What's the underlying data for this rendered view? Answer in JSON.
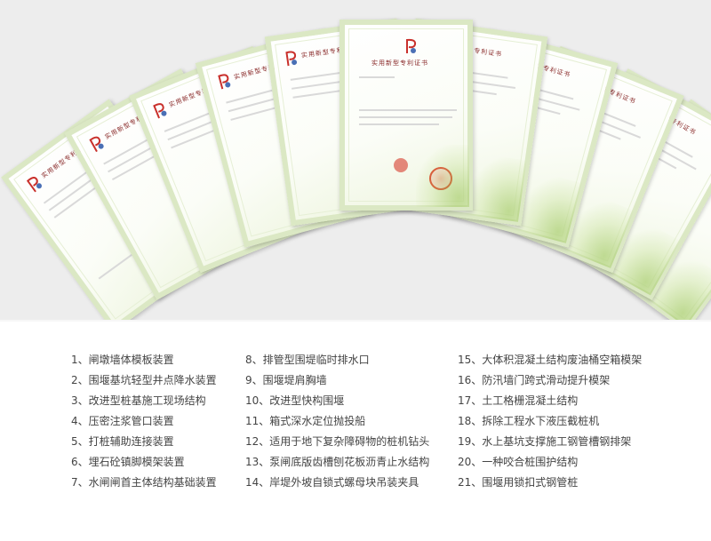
{
  "certificate_title": "实用新型专利证书",
  "certificate_count": 11,
  "colors": {
    "seal": "#e0452f",
    "border": "#dbe8c4",
    "background": "#ededed",
    "text": "#444444"
  },
  "patents": [
    {
      "num": "1、",
      "name": "闸墩墙体模板装置"
    },
    {
      "num": "2、",
      "name": "围堰基坑轻型井点降水装置"
    },
    {
      "num": "3、",
      "name": "改进型桩基施工现场结构"
    },
    {
      "num": "4、",
      "name": "压密注浆管口装置"
    },
    {
      "num": "5、",
      "name": "打桩辅助连接装置"
    },
    {
      "num": "6、",
      "name": "埋石砼镇脚模架装置"
    },
    {
      "num": "7、",
      "name": "水闸闸首主体结构基础装置"
    },
    {
      "num": "8、",
      "name": "排管型围堤临时排水口"
    },
    {
      "num": "9、",
      "name": "围堰堤肩胸墙"
    },
    {
      "num": "10、",
      "name": "改进型快构围堰"
    },
    {
      "num": "11、",
      "name": "箱式深水定位抛投船"
    },
    {
      "num": "12、",
      "name": "适用于地下复杂障碍物的桩机钻头"
    },
    {
      "num": "13、",
      "name": "泵闸底版齿槽刨花板沥青止水结构"
    },
    {
      "num": "14、",
      "name": "岸堤外坡自锁式螺母块吊装夹具"
    },
    {
      "num": "15、",
      "name": "大体积混凝土结构废油桶空箱模架"
    },
    {
      "num": "16、",
      "name": "防汛墙门跨式滑动提升模架"
    },
    {
      "num": "17、",
      "name": "土工格栅混凝土结构"
    },
    {
      "num": "18、",
      "name": "拆除工程水下液压截桩机"
    },
    {
      "num": "19、",
      "name": "水上基坑支撑施工钢管槽钢排架"
    },
    {
      "num": "20、",
      "name": "一种咬合桩围护结构"
    },
    {
      "num": "21、",
      "name": "围堰用锁扣式钢管桩"
    }
  ]
}
